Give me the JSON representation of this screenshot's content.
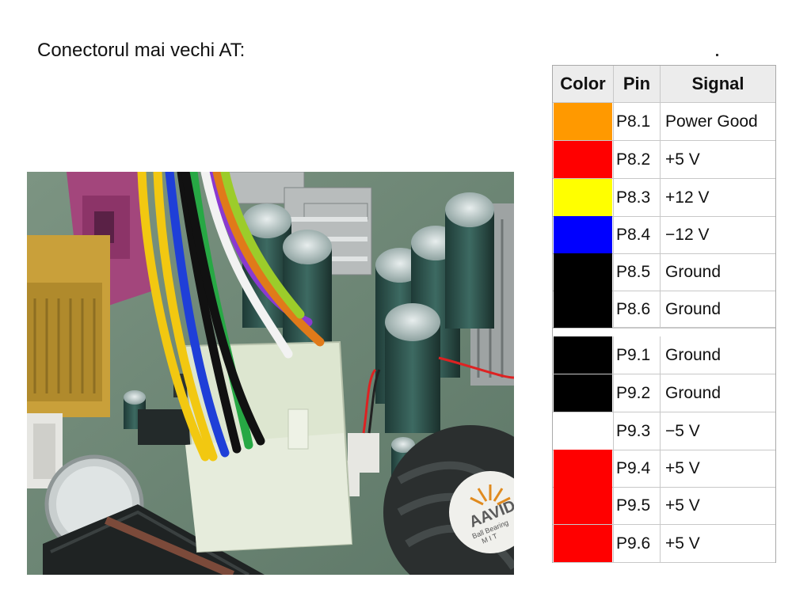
{
  "slide": {
    "title": "Conectorul mai vechi AT:"
  },
  "table": {
    "headers": {
      "color": "Color",
      "pin": "Pin",
      "signal": "Signal"
    },
    "rows": [
      {
        "color": "#ff9900",
        "pin": "P8.1",
        "signal": "Power Good"
      },
      {
        "color": "#ff0000",
        "pin": "P8.2",
        "signal": "+5 V"
      },
      {
        "color": "#ffff00",
        "pin": "P8.3",
        "signal": "+12 V"
      },
      {
        "color": "#0000ff",
        "pin": "P8.4",
        "signal": "−12 V"
      },
      {
        "color": "#000000",
        "pin": "P8.5",
        "signal": "Ground"
      },
      {
        "color": "#000000",
        "pin": "P8.6",
        "signal": "Ground"
      },
      {
        "color": "#000000",
        "pin": "P9.1",
        "signal": "Ground"
      },
      {
        "color": "#000000",
        "pin": "P9.2",
        "signal": "Ground"
      },
      {
        "color": "#ffffff",
        "pin": "P9.3",
        "signal": "−5 V"
      },
      {
        "color": "#ff0000",
        "pin": "P9.4",
        "signal": "+5 V"
      },
      {
        "color": "#ff0000",
        "pin": "P9.5",
        "signal": "+5 V"
      },
      {
        "color": "#ff0000",
        "pin": "P9.6",
        "signal": "+5 V"
      }
    ]
  },
  "photo": {
    "heatsink_brand": "AAVID",
    "heatsink_sub": "Ball Bearing",
    "fan_model": "M I T",
    "wire_colors": [
      "#f2c811",
      "#f2c811",
      "#1f3fd8",
      "#111111",
      "#27a844",
      "#8a3ad0",
      "#f2f2f2",
      "#e07a1a",
      "#9ccc2a",
      "#111111"
    ]
  }
}
